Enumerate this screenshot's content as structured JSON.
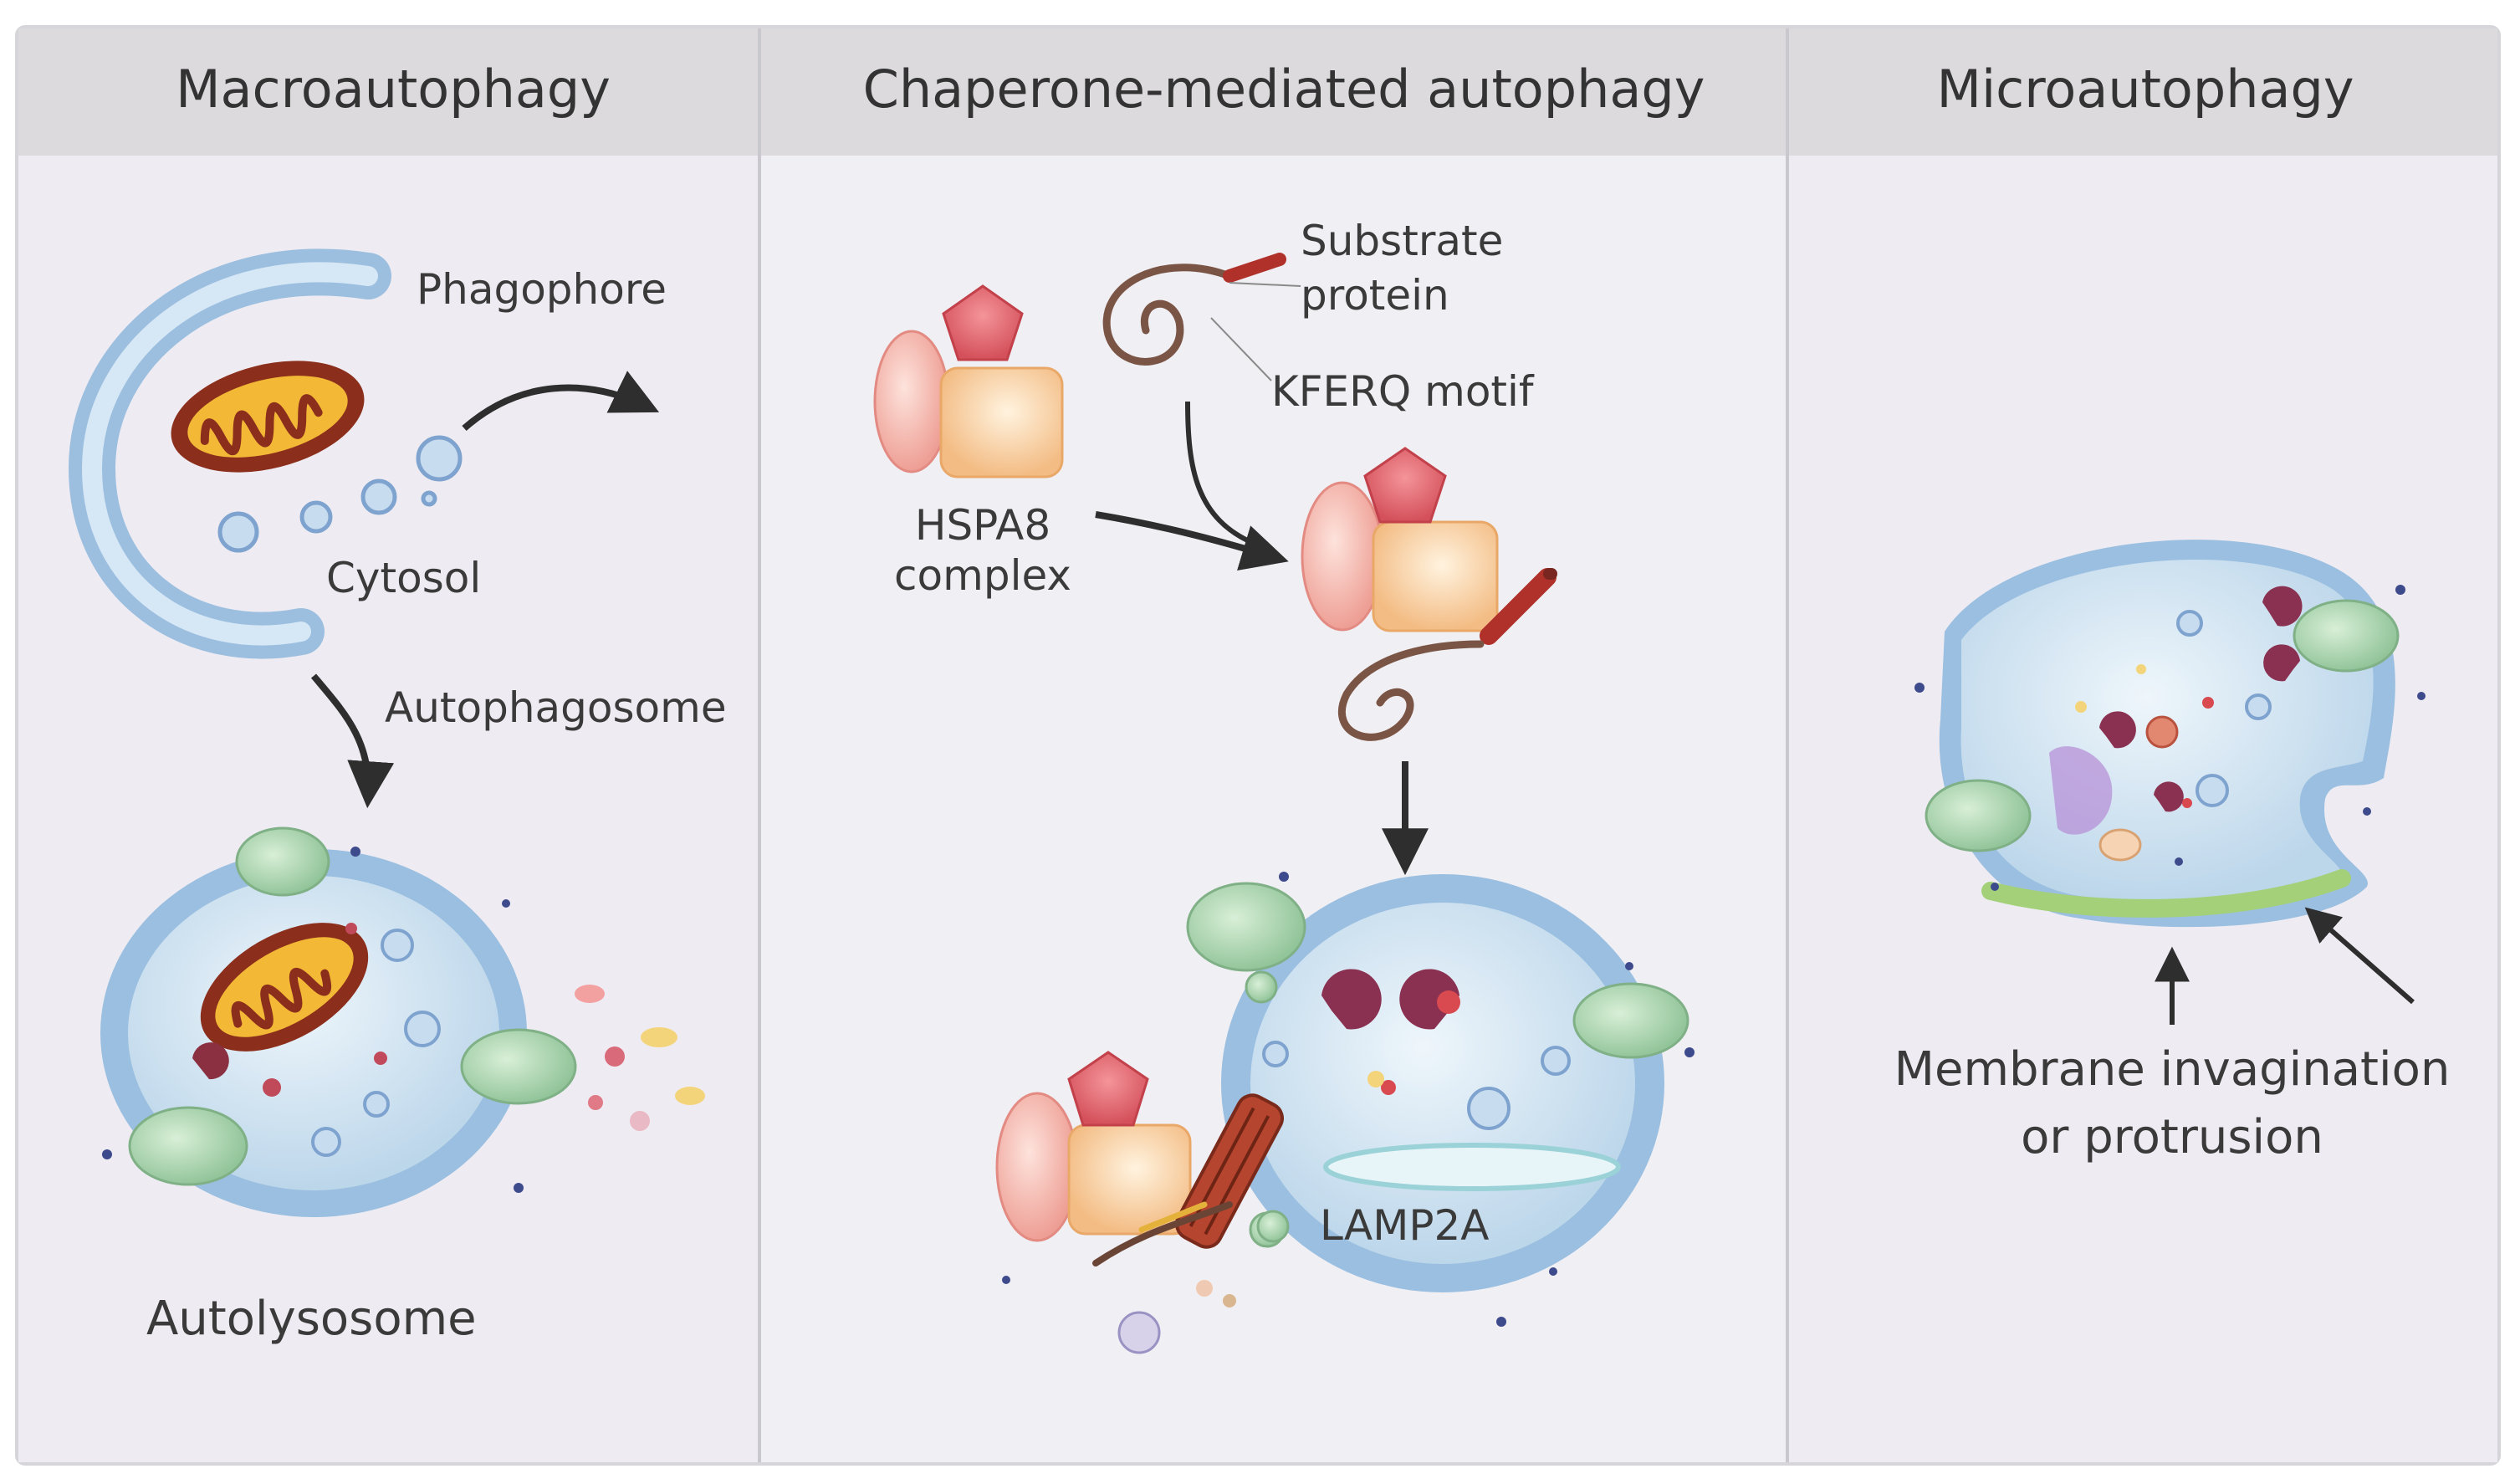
{
  "headers": {
    "macro": "Macroautophagy",
    "cma": "Chaperone-mediated autophagy",
    "micro": "Microautophagy"
  },
  "labels": {
    "phagophore": "Phagophore",
    "cytosol": "Cytosol",
    "autophagosome": "Autophagosome",
    "autolysosome": "Autolysosome",
    "substrate_line1": "Substrate",
    "substrate_line2": "protein",
    "kferq": "KFERQ motif",
    "hspa8_line1": "HSPA8",
    "hspa8_line2": "complex",
    "lamp2a": "LAMP2A",
    "membrane_line1": "Membrane invagination",
    "membrane_line2": "or protrusion"
  },
  "colors": {
    "panel_bg": "#eceaf1",
    "header_bg": "#dedcdf",
    "membrane": "#8fb5dc",
    "lumen": "#cfe3f1",
    "mito_outer": "#8b2e1c",
    "mito_inner": "#f2b836",
    "receptor": "#a9d3ad",
    "pentagon": "#e06068",
    "oval": "#f3aea6",
    "square": "#f8c894",
    "fiber": "#7a5545",
    "lamp2a": "#a83b2c",
    "arrow": "#2e2e2e"
  }
}
